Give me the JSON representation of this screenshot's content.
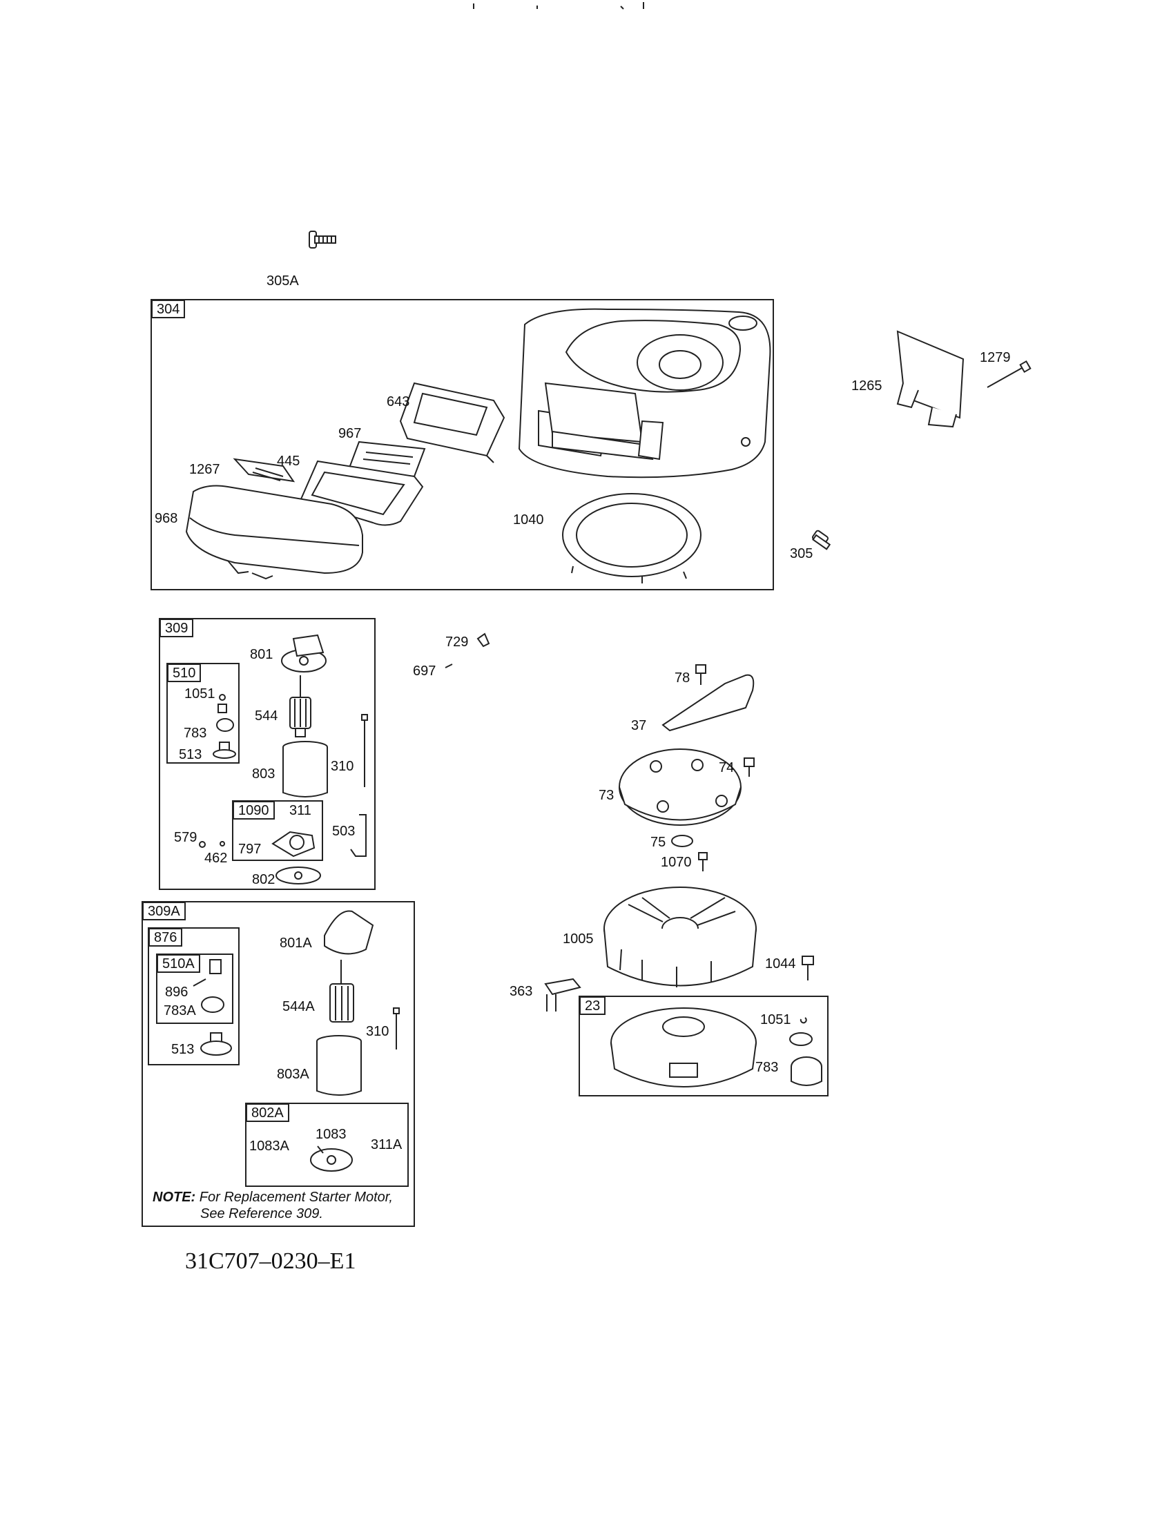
{
  "drawing_code": "31C707–0230–E1",
  "note": {
    "prefix": "NOTE:",
    "line1": "For Replacement Starter Motor,",
    "line2": "See Reference 309."
  },
  "group_labels": {
    "g304": "304",
    "g309": "309",
    "g510": "510",
    "g1090": "1090",
    "g309A": "309A",
    "g876": "876",
    "g510A": "510A",
    "g802A": "802A",
    "g23": "23"
  },
  "parts": {
    "p305A": "305A",
    "p1267": "1267",
    "p445": "445",
    "p967": "967",
    "p643": "643",
    "p968": "968",
    "p1040": "1040",
    "p305": "305",
    "p1265": "1265",
    "p1279": "1279",
    "p801": "801",
    "p1051a": "1051",
    "p544": "544",
    "p783a": "783",
    "p513a": "513",
    "p803": "803",
    "p310a": "310",
    "p311": "311",
    "p579": "579",
    "p797": "797",
    "p462": "462",
    "p503": "503",
    "p802": "802",
    "p729": "729",
    "p697": "697",
    "p78": "78",
    "p37": "37",
    "p74": "74",
    "p73": "73",
    "p75": "75",
    "p1070": "1070",
    "p1005": "1005",
    "p1044": "1044",
    "p363": "363",
    "p1051b": "1051",
    "p783b": "783",
    "p801A": "801A",
    "p896": "896",
    "p783A": "783A",
    "p544A": "544A",
    "p310b": "310",
    "p513b": "513",
    "p803A": "803A",
    "p1083": "1083",
    "p1083A": "1083A",
    "p311A": "311A"
  }
}
